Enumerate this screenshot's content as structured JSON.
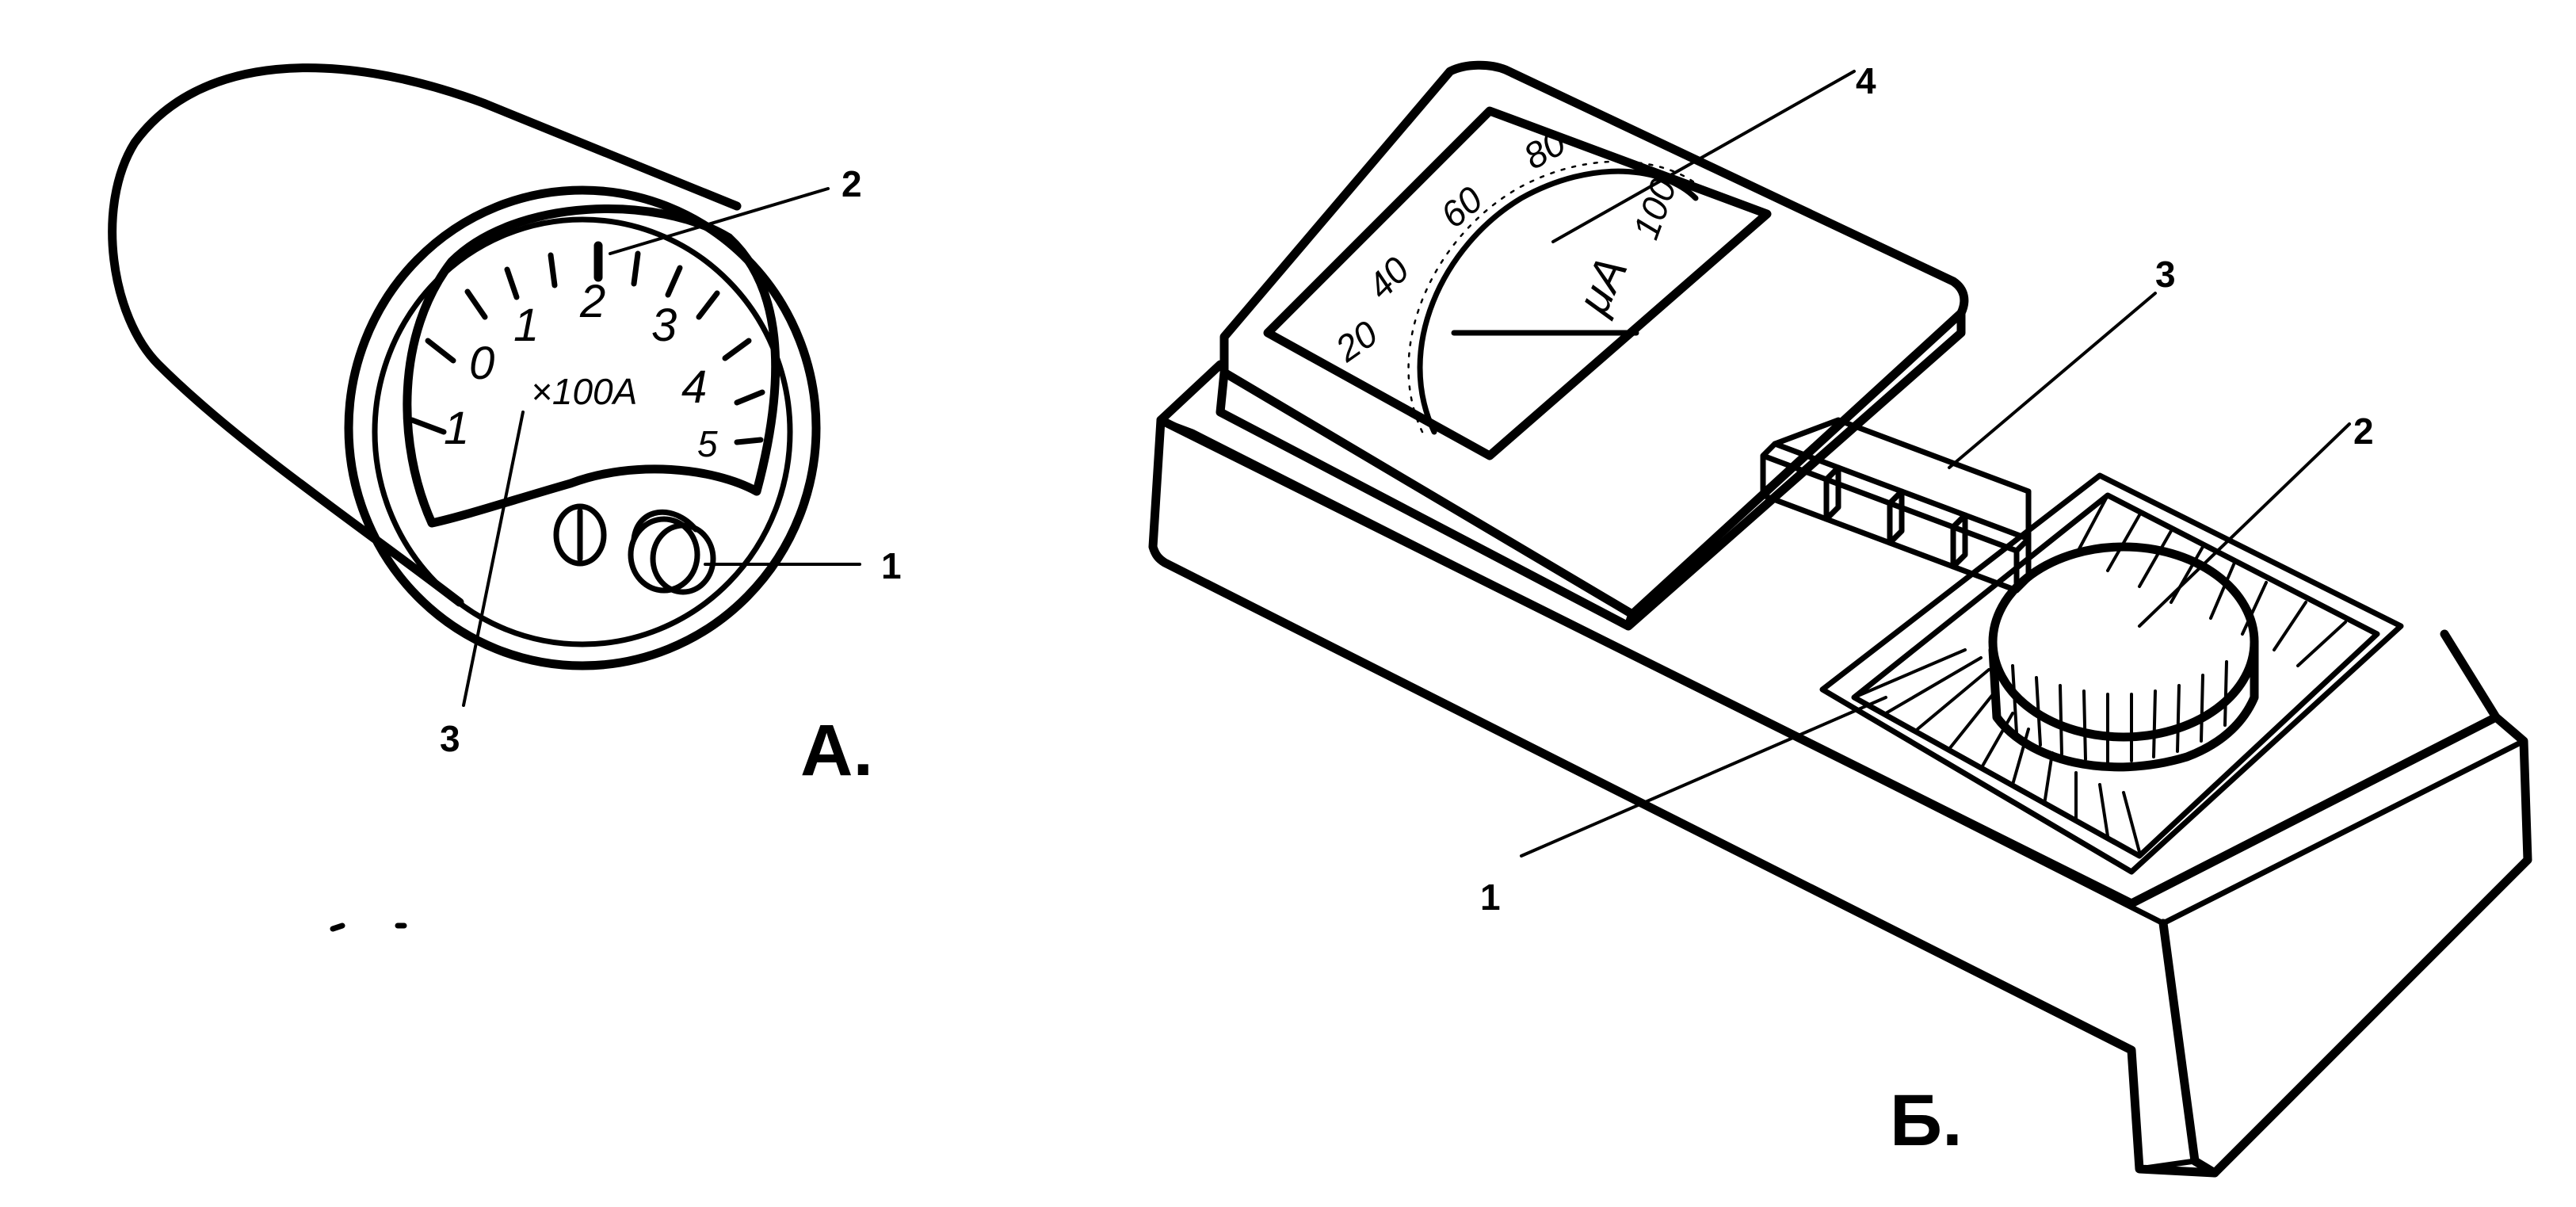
{
  "panel_a": {
    "label": "А.",
    "scale_numbers": [
      "1",
      "0",
      "1",
      "2",
      "3",
      "4",
      "5"
    ],
    "unit": "×100A",
    "callouts": [
      "1",
      "2",
      "3"
    ]
  },
  "panel_b": {
    "label": "Б.",
    "scale_numbers": [
      "20",
      "40",
      "60",
      "80",
      "100"
    ],
    "unit": "μA",
    "callouts": [
      "1",
      "2",
      "3",
      "4"
    ]
  }
}
